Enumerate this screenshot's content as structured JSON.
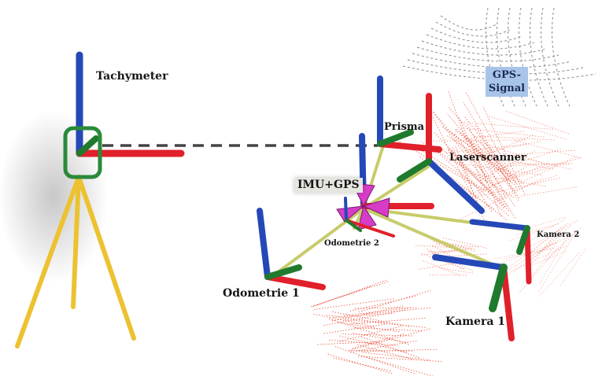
{
  "labels": {
    "tachymeter": "Tachymeter",
    "prisma": "Prisma",
    "laserscanner": "Laserscanner",
    "imu_gps": "IMU+GPS",
    "odometrie_1": "Odometrie  1",
    "odometrie_2": "Odometrie 2",
    "kamera_1": "Kamera  1",
    "kamera_2": "Kamera 2",
    "gps_signal_line1": "GPS-",
    "gps_signal_line2": "Signal"
  },
  "colors": {
    "x_axis": "#e0202a",
    "y_axis": "#1f7a2e",
    "z_axis": "#2548b8",
    "link": "#c8cc6a",
    "tripod": "#ecc231",
    "highlight": "#2a8a3a",
    "imu_arrow": "#d63cc8",
    "scan_points": "#e8442a",
    "gps_waves": "#8a8a8a",
    "measure_line": "#444444"
  }
}
